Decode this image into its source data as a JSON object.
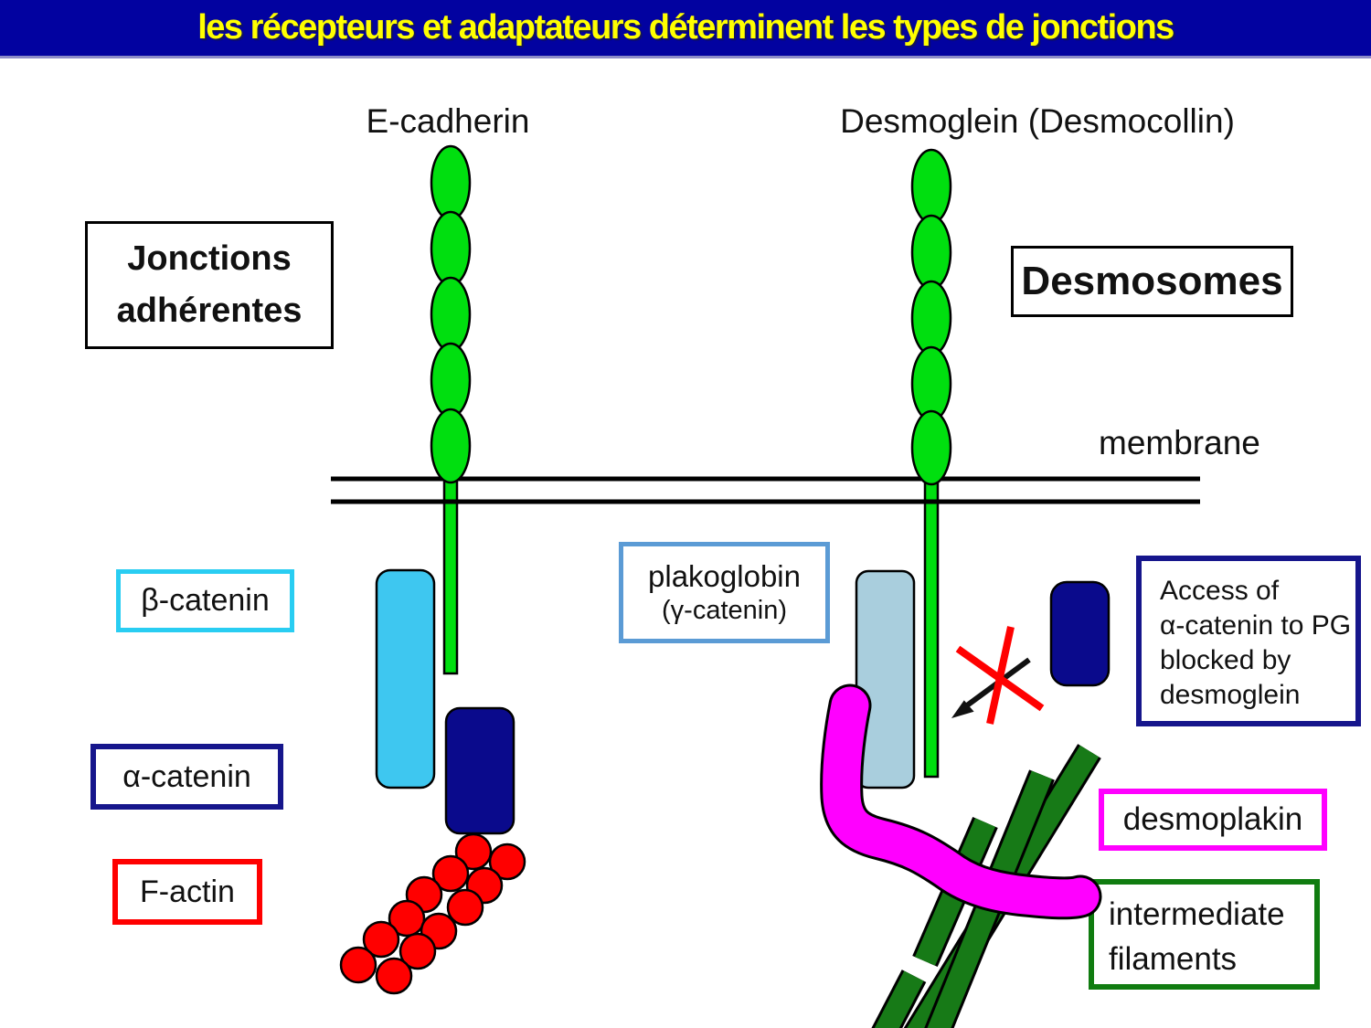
{
  "title": "les récepteurs et adaptateurs déterminent les types de jonctions",
  "labels": {
    "e_cadherin": "E-cadherin",
    "desmoglein": "Desmoglein (Desmocollin)",
    "membrane": "membrane"
  },
  "boxes": {
    "jonctions": "Jonctions\nadhérentes",
    "desmosomes": "Desmosomes",
    "beta_catenin": "β-catenin",
    "alpha_catenin": "α-catenin",
    "f_actin": "F-actin",
    "plakoglobin_line1": "plakoglobin",
    "plakoglobin_line2": "(γ-catenin)",
    "access_note": "Access of\nα-catenin to PG\nblocked by\ndesmoglein",
    "desmoplakin": "desmoplakin",
    "intermediate_filaments": "intermediate\nfilaments"
  },
  "shapes": {
    "e_cadherin_extracellular_domains": 5,
    "desmoglein_extracellular_domains": 5,
    "f_actin_subunits": 12,
    "intermediate_filament_segments": 4
  },
  "colors": {
    "banner_bg": "#0202A0",
    "banner_text": "#FFFF00",
    "receptor_green": "#00DF0F",
    "beta_fill": "#3EC7F0",
    "navy_fill": "#0A0A8C",
    "plako_fill": "#A9CEDD",
    "actin_red": "#FF0000",
    "magenta": "#FF00FF",
    "filament_green": "#177A17",
    "navy_border": "#16168C",
    "cyan_border": "#29CDF2",
    "blue_border": "#5B9BD5",
    "green_border": "#107C10"
  }
}
